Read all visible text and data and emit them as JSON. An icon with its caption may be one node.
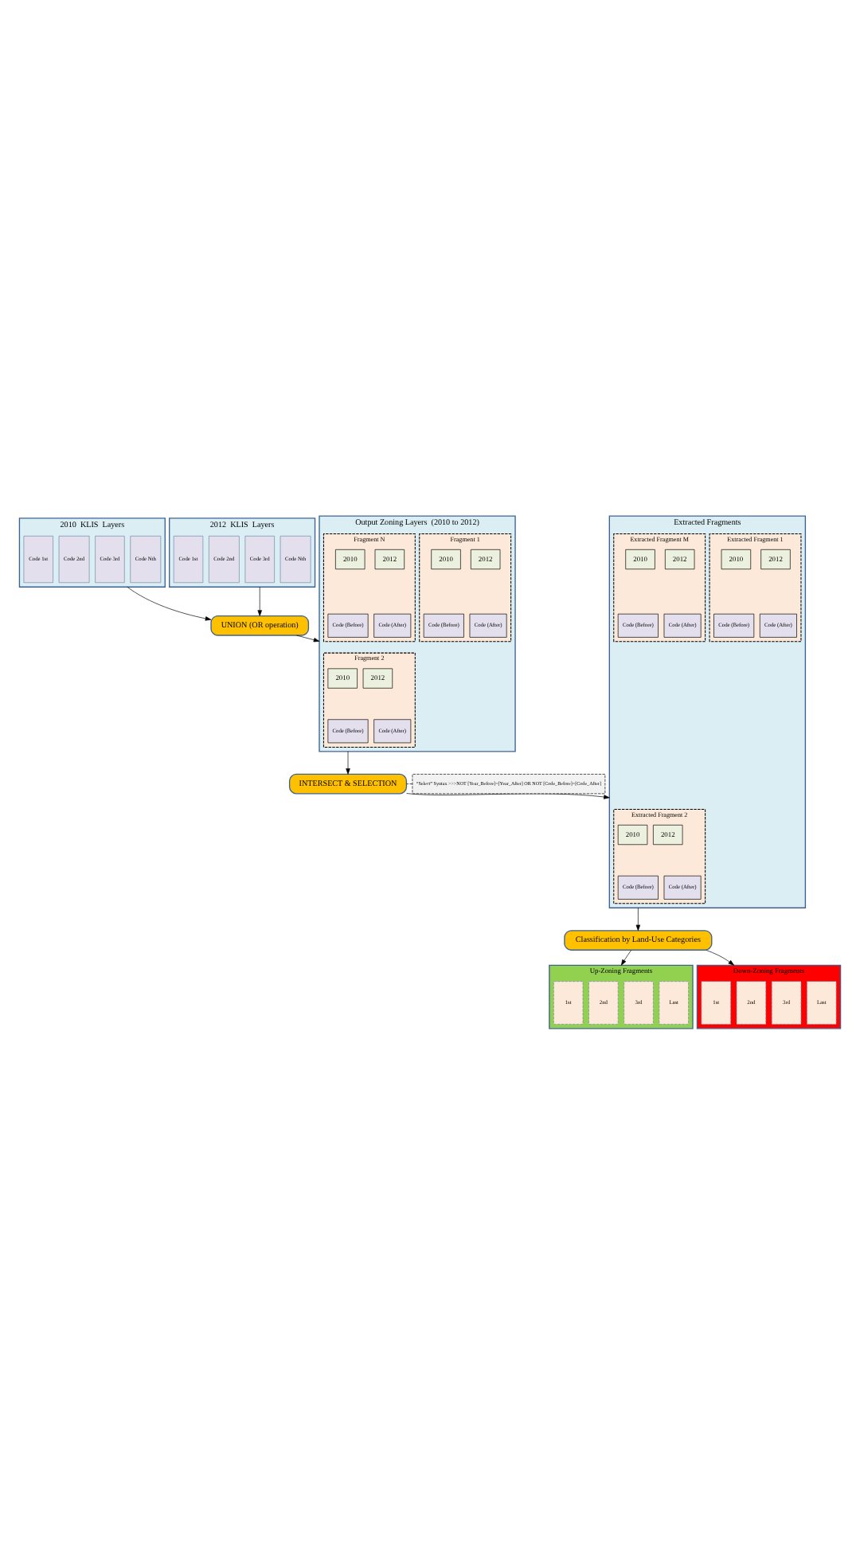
{
  "diagram": {
    "nodes": [
      {
        "text": [
          "2010  KLIS  Layers"
        ]
      },
      {
        "text": [
          "Code 1st"
        ],
        "in": 0
      },
      {
        "text": [
          "Code 2nd"
        ],
        "in": 0
      },
      {
        "text": [
          "Code 3rd"
        ],
        "in": 0
      },
      {
        "text": [
          "Code Nth"
        ],
        "in": 0
      },
      {
        "text": [
          "2012  KLIS  Layers"
        ]
      },
      {
        "text": [
          "Code 1st"
        ],
        "in": 5
      },
      {
        "text": [
          "Code 2nd"
        ],
        "in": 5
      },
      {
        "text": [
          "Code 3rd"
        ],
        "in": 5
      },
      {
        "text": [
          "Code Nth"
        ],
        "in": 5
      },
      {
        "text": [
          "UNION (OR operation)"
        ]
      },
      {
        "text": [
          "Output Zoning Layers  (2010 to 2012)"
        ]
      },
      {
        "text": [
          "Fragment 1"
        ],
        "in": 11
      },
      {
        "text": [
          "2010"
        ],
        "in": 12
      },
      {
        "text": [
          "2012"
        ],
        "in": 12
      },
      {
        "text": [
          "Code (Before)"
        ],
        "in": 12
      },
      {
        "text": [
          "Code (After)"
        ],
        "in": 12
      },
      {
        "text": [
          "Fragment 2"
        ],
        "in": 11
      },
      {
        "text": [
          "2010"
        ],
        "in": 17
      },
      {
        "text": [
          "2012"
        ],
        "in": 17
      },
      {
        "text": [
          "Code (Before)"
        ],
        "in": 17
      },
      {
        "text": [
          "Code (After)"
        ],
        "in": 17
      },
      {
        "text": [
          "Fragment N"
        ],
        "in": 11
      },
      {
        "text": [
          "2010"
        ],
        "in": 22
      },
      {
        "text": [
          "2012"
        ],
        "in": 22
      },
      {
        "text": [
          "Code (Before)"
        ],
        "in": 22
      },
      {
        "text": [
          "Code (After)"
        ],
        "in": 22
      },
      {
        "text": [
          "INTERSECT & SELECTION"
        ]
      },
      {
        "text": [
          "“Select” Syntax >>>NOT [Year_Before]=[Year_After] OR NOT [Code_Before]=[Code_After]"
        ]
      },
      {
        "text": [
          "Extracted Fragments"
        ]
      },
      {
        "text": [
          "Extracted Fragment 1"
        ],
        "in": 29
      },
      {
        "text": [
          "2010"
        ],
        "in": 30
      },
      {
        "text": [
          "2012"
        ],
        "in": 30
      },
      {
        "text": [
          "Code (Before)"
        ],
        "in": 30
      },
      {
        "text": [
          "Code (After)"
        ],
        "in": 30
      },
      {
        "text": [
          "Extracted Fragment 2"
        ],
        "in": 29
      },
      {
        "text": [
          "2010"
        ],
        "in": 35
      },
      {
        "text": [
          "2012"
        ],
        "in": 35
      },
      {
        "text": [
          "Code (Before)"
        ],
        "in": 35
      },
      {
        "text": [
          "Code (After)"
        ],
        "in": 35
      },
      {
        "text": [
          "Extracted Fragment M"
        ],
        "in": 29
      },
      {
        "text": [
          "2010"
        ],
        "in": 40
      },
      {
        "text": [
          "2012"
        ],
        "in": 40
      },
      {
        "text": [
          "Code (Before)"
        ],
        "in": 40
      },
      {
        "text": [
          "Code (After)"
        ],
        "in": 40
      },
      {
        "text": [
          "Classification by Land-Use Categories"
        ]
      },
      {
        "text": [
          "Up-Zoning Fragments"
        ]
      },
      {
        "text": [
          "1st"
        ],
        "in": 46
      },
      {
        "text": [
          "2nd"
        ],
        "in": 46
      },
      {
        "text": [
          "3rd"
        ],
        "in": 46
      },
      {
        "text": [
          "Last"
        ],
        "in": 46
      },
      {
        "text": [
          "Down-Zoning Fragments"
        ]
      },
      {
        "text": [
          "1st"
        ],
        "in": 51
      },
      {
        "text": [
          "2nd"
        ],
        "in": 51
      },
      {
        "text": [
          "3rd"
        ],
        "in": 51
      },
      {
        "text": [
          "Last"
        ],
        "in": 51
      }
    ],
    "edges": [
      {
        "from": 0,
        "to": 10,
        "arrow": "to"
      },
      {
        "from": 5,
        "to": 10,
        "arrow": "to"
      },
      {
        "from": 10,
        "to": 11,
        "arrow": "to"
      },
      {
        "from": 11,
        "to": 27,
        "arrow": "to"
      },
      {
        "from": 28,
        "to": 27,
        "arrow": "none",
        "style": "dashed"
      },
      {
        "from": 27,
        "to": 29,
        "arrow": "to"
      },
      {
        "from": 29,
        "to": 45,
        "arrow": "to"
      },
      {
        "from": 45,
        "to": 46,
        "arrow": "to"
      },
      {
        "from": 45,
        "to": 51,
        "arrow": "to"
      }
    ]
  }
}
